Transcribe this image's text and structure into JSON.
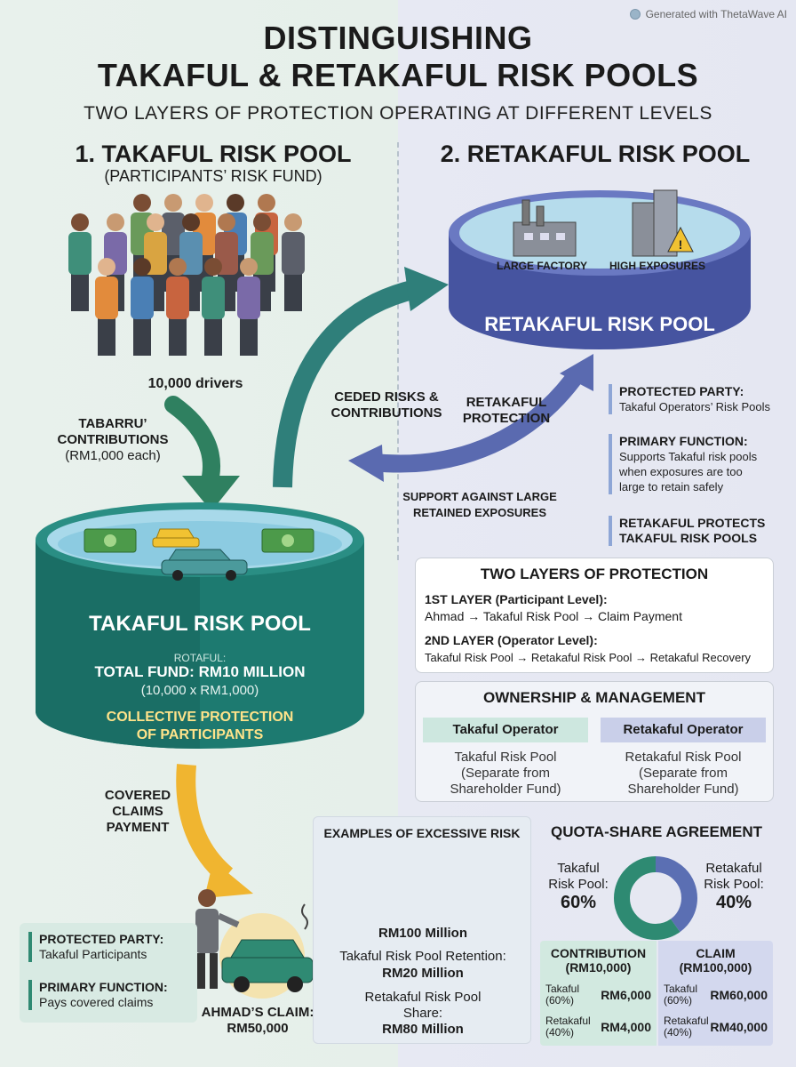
{
  "watermark": "Generated with ThetaWave AI",
  "title": {
    "line1": "DISTINGUISHING",
    "line2": "TAKAFUL & RETAKAFUL RISK POOLS",
    "subtitle": "TWO LAYERS OF PROTECTION OPERATING AT DIFFERENT LEVELS"
  },
  "left": {
    "heading": "1. TAKAFUL RISK POOL",
    "subheading": "(PARTICIPANTS’ RISK FUND)",
    "drivers": "10,000 drivers",
    "contrib_line1": "TABARRU’",
    "contrib_line2": "CONTRIBUTIONS",
    "contrib_line3": "(RM1,000 each)",
    "pool_label": "TAKAFUL RISK POOL",
    "pool_small": "ROTAFUL:",
    "total_fund": "TOTAL FUND: RM10 MILLION",
    "total_calc": "(10,000 x RM1,000)",
    "collective_1": "COLLECTIVE PROTECTION",
    "collective_2": "OF PARTICIPANTS",
    "claims_1": "COVERED",
    "claims_2": "CLAIMS",
    "claims_3": "PAYMENT",
    "ahmad_1": "AHMAD’S CLAIM:",
    "ahmad_2": "RM50,000",
    "info": [
      {
        "title": "PROTECTED PARTY:",
        "value": "Takaful Participants"
      },
      {
        "title": "PRIMARY FUNCTION:",
        "value": "Pays covered claims"
      }
    ]
  },
  "right": {
    "heading": "2. RETAKAFUL RISK POOL",
    "factory": "LARGE FACTORY",
    "exposures": "HIGH EXPOSURES",
    "pool_label": "RETAKAFUL RISK POOL",
    "ceded_1": "CEDED RISKS &",
    "ceded_2": "CONTRIBUTIONS",
    "protection_1": "RETAKAFUL",
    "protection_2": "PROTECTION",
    "support_1": "SUPPORT AGAINST LARGE",
    "support_2": "RETAINED EXPOSURES",
    "info_protected_title": "PROTECTED PARTY:",
    "info_protected_value": "Takaful Operators’ Risk Pools",
    "info_function_title": "PRIMARY FUNCTION:",
    "info_function_l1": "Supports Takaful risk pools",
    "info_function_l2": "when exposures are too",
    "info_function_l3": "large to retain safely",
    "protects_1": "RETAKAFUL PROTECTS",
    "protects_2": "TAKAFUL RISK POOLS"
  },
  "layers": {
    "title": "TWO LAYERS OF PROTECTION",
    "first_title": "1ST LAYER (Participant Level):",
    "first_flow": "Ahmad → Takaful Risk Pool → Claim Payment",
    "second_title": "2ND LAYER (Operator Level):",
    "second_flow": "Takaful Risk Pool → Retakaful Risk Pool → Retakaful Recovery"
  },
  "ownership": {
    "title": "OWNERSHIP & MANAGEMENT",
    "col1_head": "Takaful Operator",
    "col1_l1": "Takaful Risk Pool",
    "col1_l2": "(Separate from",
    "col1_l3": "Shareholder Fund)",
    "col2_head": "Retakaful Operator",
    "col2_l1": "Retakaful Risk Pool",
    "col2_l2": "(Separate from",
    "col2_l3": "Shareholder Fund)"
  },
  "examples": {
    "title": "EXAMPLES OF EXCESSIVE RISK",
    "amount": "RM100 Million",
    "retention_label": "Takaful Risk Pool Retention:",
    "retention_value": "RM20 Million",
    "share_label_1": "Retakaful Risk Pool",
    "share_label_2": "Share:",
    "share_value": "RM80 Million"
  },
  "quota": {
    "title": "QUOTA-SHARE AGREEMENT",
    "takaful_1": "Takaful",
    "takaful_2": "Risk Pool:",
    "takaful_pct": "60%",
    "retakaful_1": "Retakaful",
    "retakaful_2": "Risk Pool:",
    "retakaful_pct": "40%",
    "takaful_share": 60,
    "retakaful_share": 40,
    "colors": {
      "takaful": "#2e8a72",
      "retakaful": "#5b6fb3"
    }
  },
  "table": {
    "contrib_h1": "CONTRIBUTION",
    "contrib_h2": "(RM10,000)",
    "claim_h1": "CLAIM",
    "claim_h2": "(RM100,000)",
    "rows": [
      {
        "k1": "Takaful",
        "k2": "(60%)",
        "contrib": "RM6,000",
        "claim": "RM60,000"
      },
      {
        "k1": "Retakaful",
        "k2": "(40%)",
        "contrib": "RM4,000",
        "claim": "RM40,000"
      }
    ]
  }
}
